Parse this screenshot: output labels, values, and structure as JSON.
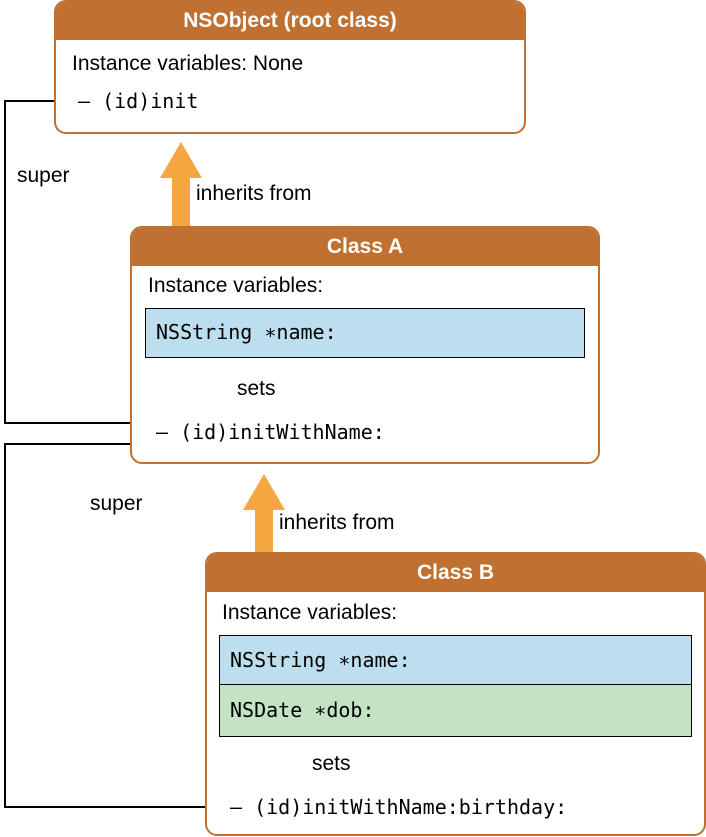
{
  "root": {
    "title": "NSObject (root class)",
    "ivars_label": "Instance variables: None",
    "method": "– (id)init"
  },
  "class_a": {
    "title": "Class A",
    "ivars_label": "Instance variables:",
    "ivars": [
      "NSString ∗name:"
    ],
    "sets_label": "sets",
    "method": "– (id)initWithName:"
  },
  "class_b": {
    "title": "Class B",
    "ivars_label": "Instance variables:",
    "ivars": [
      "NSString ∗name:",
      "NSDate ∗dob:"
    ],
    "sets_label": "sets",
    "method": "– (id)initWithName:birthday:"
  },
  "connectors": {
    "inherits_a": "inherits from",
    "inherits_b": "inherits from",
    "super_a": "super",
    "super_b": "super"
  },
  "colors": {
    "header": "#c07030",
    "inherit_arrow": "#f4a640",
    "ivar_blue": "#bcdeee",
    "ivar_green": "#c4e2c4"
  }
}
